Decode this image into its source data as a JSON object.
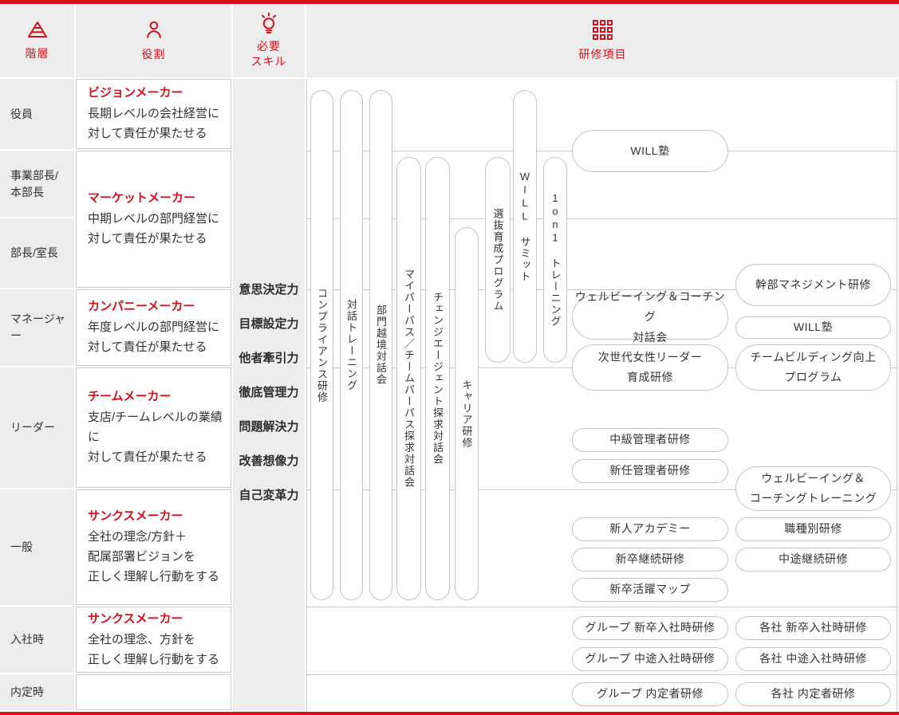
{
  "accent": "#d90f1b",
  "header": {
    "columns": [
      {
        "id": "hierarchy",
        "label": "階層"
      },
      {
        "id": "role",
        "label": "役割"
      },
      {
        "id": "skills",
        "label": "必要\nスキル"
      },
      {
        "id": "training",
        "label": "研修項目"
      }
    ]
  },
  "levels": [
    "役員",
    "事業部長/\n本部長",
    "部長/室長",
    "マネージャー",
    "リーダー",
    "一般",
    "入社時",
    "内定時"
  ],
  "roles": [
    {
      "title": "ビジョンメーカー",
      "desc": "長期レベルの会社経営に\n対して責任が果たせる"
    },
    {
      "title": "マーケットメーカー",
      "desc": "中期レベルの部門経営に\n対して責任が果たせる"
    },
    {
      "title": "カンパニーメーカー",
      "desc": "年度レベルの部門経営に\n対して責任が果たせる"
    },
    {
      "title": "チームメーカー",
      "desc": "支店/チームレベルの業績に\n対して責任が果たせる"
    },
    {
      "title": "サンクスメーカー",
      "desc": "全社の理念/方針＋\n配属部署ビジョンを\n正しく理解し行動をする"
    },
    {
      "title": "サンクスメーカー",
      "desc": "全社の理念、方針を\n正しく理解し行動をする"
    }
  ],
  "skills": [
    "意思決定力",
    "目標設定力",
    "他者牽引力",
    "徹底管理力",
    "問題解決力",
    "改善想像力",
    "自己変革力"
  ],
  "training": {
    "vertical": [
      "コンプライアンス研修",
      "対話トレーニング",
      "部門越境対話会",
      "マイパーパス／チームパーパス探求対話会",
      "チェンジエージェント探求対話会",
      "キャリア研修",
      "選抜育成プログラム",
      "WILL サミット",
      "1on1 トレーニング"
    ],
    "horizontal": [
      "WILL塾",
      "ウェルビーイング＆コーチング\n対話会",
      "幹部マネジメント研修",
      "WILL塾",
      "次世代女性リーダー\n育成研修",
      "チームビルディング向上\nプログラム",
      "中級管理者研修",
      "新任管理者研修",
      "ウェルビーイング＆\nコーチングトレーニング",
      "新人アカデミー",
      "職種別研修",
      "新卒継続研修",
      "中途継続研修",
      "新卒活躍マップ",
      "グループ 新卒入社時研修",
      "各社 新卒入社時研修",
      "グループ 中途入社時研修",
      "各社 中途入社時研修",
      "グループ 内定者研修",
      "各社 内定者研修"
    ]
  }
}
